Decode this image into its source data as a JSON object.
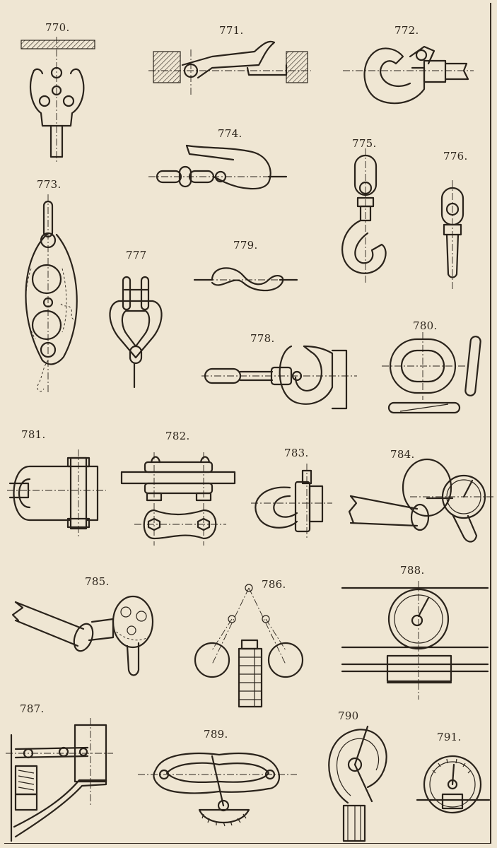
{
  "figures": [
    {
      "id": "770",
      "label": "770."
    },
    {
      "id": "771",
      "label": "771."
    },
    {
      "id": "772",
      "label": "772."
    },
    {
      "id": "773",
      "label": "773."
    },
    {
      "id": "774",
      "label": "774."
    },
    {
      "id": "775",
      "label": "775."
    },
    {
      "id": "776",
      "label": "776."
    },
    {
      "id": "777",
      "label": "777"
    },
    {
      "id": "778",
      "label": "778."
    },
    {
      "id": "779",
      "label": "779."
    },
    {
      "id": "780",
      "label": "780."
    },
    {
      "id": "781",
      "label": "781."
    },
    {
      "id": "782",
      "label": "782."
    },
    {
      "id": "783",
      "label": "783."
    },
    {
      "id": "784",
      "label": "784."
    },
    {
      "id": "785",
      "label": "785."
    },
    {
      "id": "786",
      "label": "786."
    },
    {
      "id": "787",
      "label": "787."
    },
    {
      "id": "788",
      "label": "788."
    },
    {
      "id": "789",
      "label": "789."
    },
    {
      "id": "790",
      "label": "790"
    },
    {
      "id": "791",
      "label": "791."
    }
  ],
  "colors": {
    "paper": "#efe6d3",
    "ink": "#2a231b"
  }
}
